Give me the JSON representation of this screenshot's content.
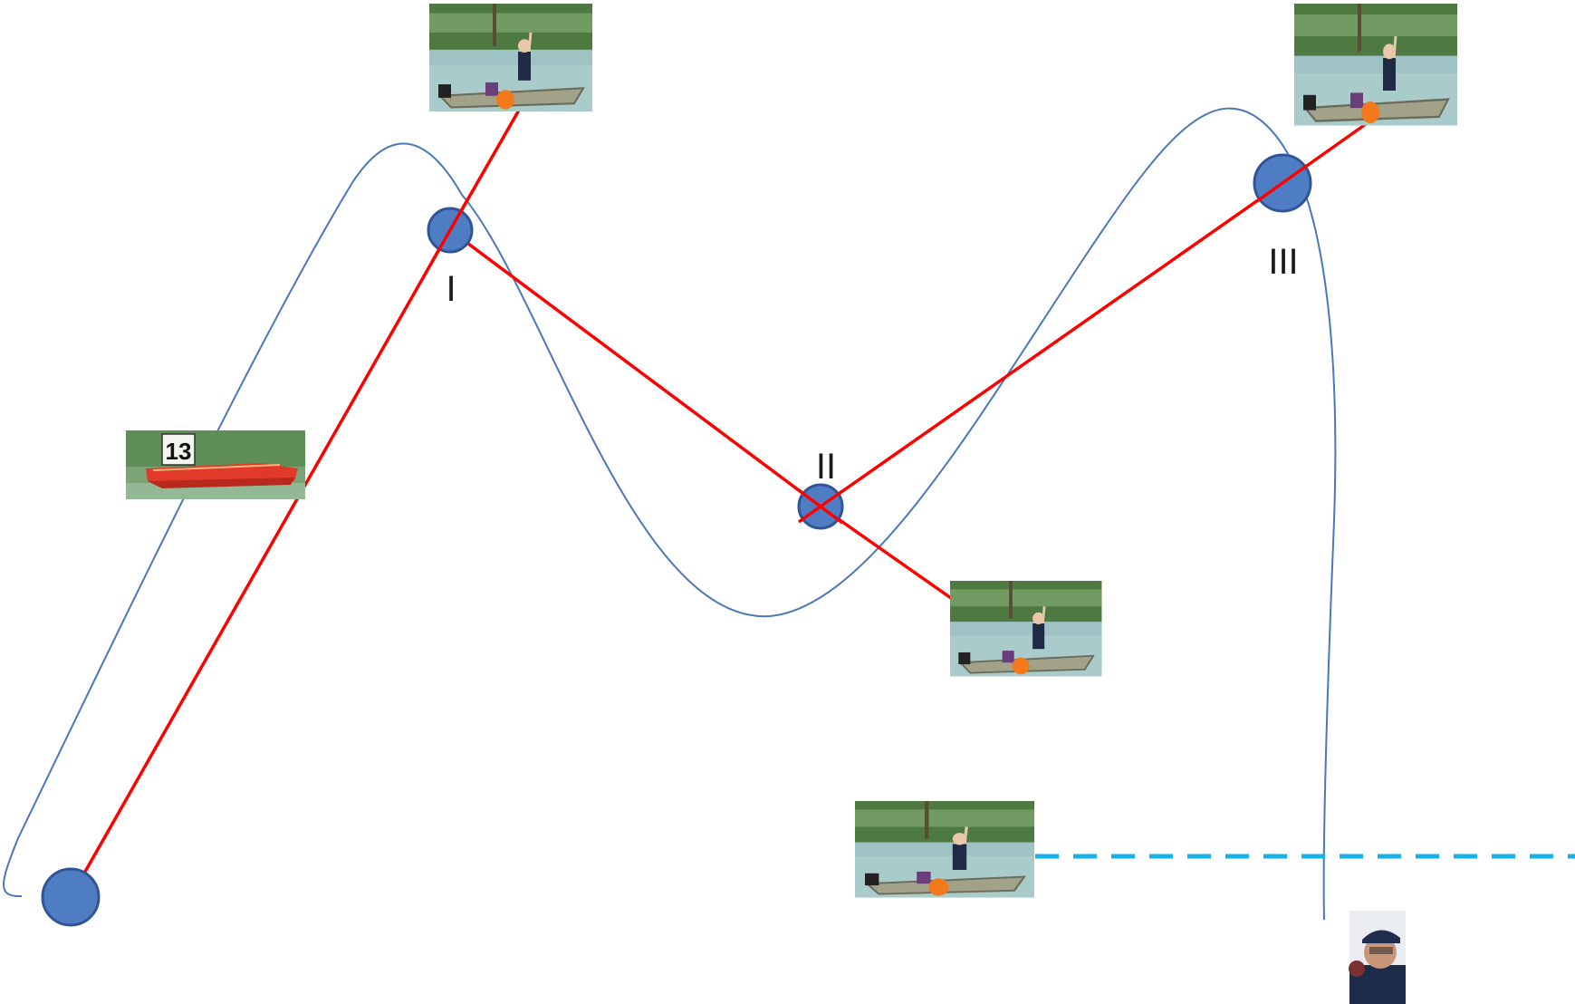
{
  "diagram": {
    "buoy_labels": [
      "I",
      "II",
      "III"
    ],
    "colors": {
      "course_line": "#ff0000",
      "path_line": "#4a78b8",
      "buoy_fill": "#4f7dc3",
      "buoy_stroke": "#2f5597",
      "finish_line": "#18b0ea"
    },
    "icons": {
      "race_boat": "race-boat-13-photo",
      "judge_boat": "judge-boat-photo",
      "official": "official-photo"
    },
    "race_boat_number": "13"
  }
}
